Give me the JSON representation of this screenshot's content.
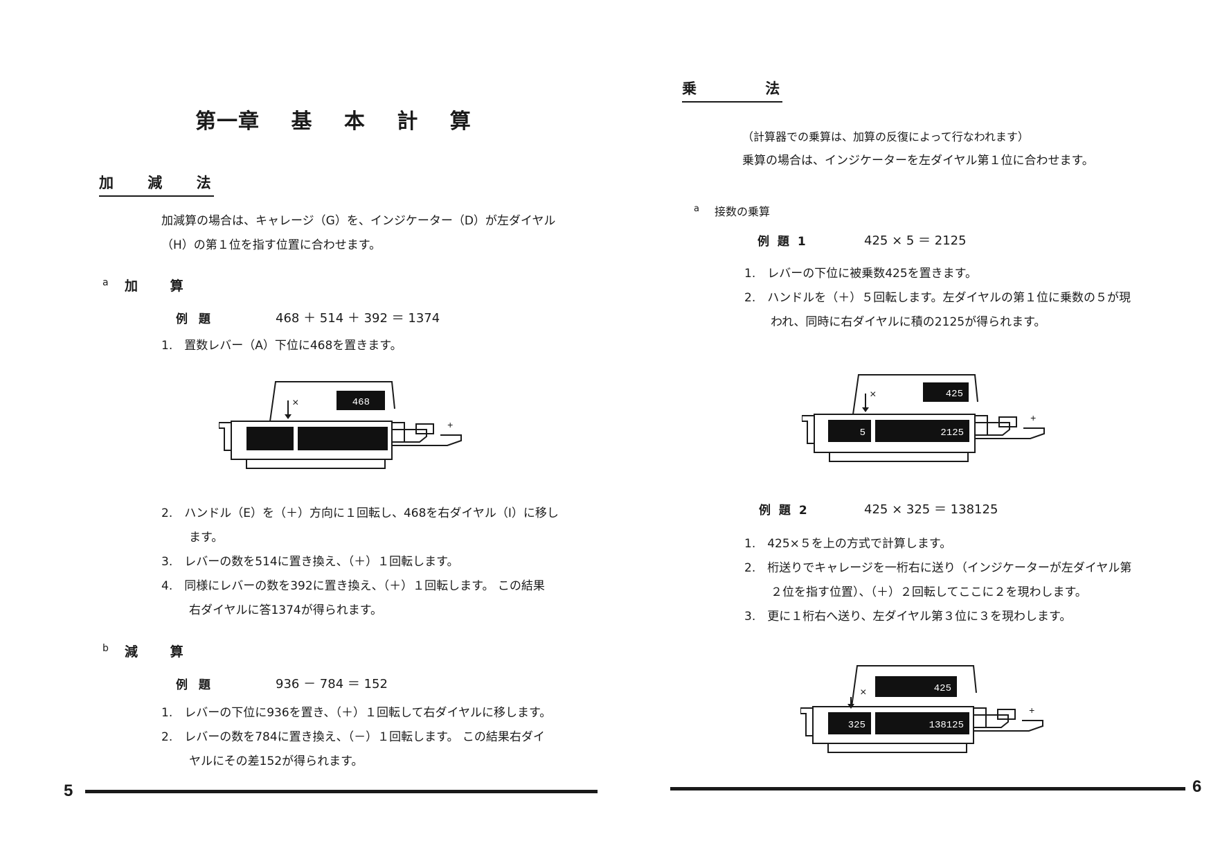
{
  "left_page": {
    "chapter_title": "第一章 基 本 計 算",
    "section_title": "加 減 法",
    "intro_lines": [
      "加減算の場合は、キャレージ（G）を、インジケーター（D）が左ダイヤル",
      "（H）の第１位を指す位置に合わせます。"
    ],
    "addition": {
      "marker": "a",
      "title": "加 算",
      "example_label": "例 題",
      "equation": "468 ＋ 514 ＋ 392 ＝ 1374",
      "steps": [
        "1.　置数レバー（A）下位に468を置きます。",
        "2.　ハンドル（E）を（＋）方向に１回転し、468を右ダイヤル（I）に移し",
        "ます。",
        "3.　レバーの数を514に置き換え、（＋）１回転します。",
        "4.　同様にレバーの数を392に置き換え、（＋）１回転します。 この結果",
        "右ダイヤルに答1374が得られます。"
      ],
      "figure": {
        "top_display": "468",
        "left_dial": "",
        "right_dial": "",
        "cross": "×",
        "plus": "+"
      }
    },
    "subtraction": {
      "marker": "b",
      "title": "減 算",
      "example_label": "例 題",
      "equation": "936 － 784 ＝ 152",
      "steps": [
        "1.　レバーの下位に936を置き、（＋）１回転して右ダイヤルに移します。",
        "2.　レバーの数を784に置き換え、（－）１回転します。 この結果右ダイ",
        "ヤルにその差152が得られます。"
      ]
    },
    "page_number": "5"
  },
  "right_page": {
    "section_title": "乗 法",
    "intro_lines": [
      "（計算器での乗算は、加算の反復によって行なわれます）",
      "乗算の場合は、インジケーターを左ダイヤル第１位に合わせます。"
    ],
    "multiplication": {
      "marker": "a",
      "title": "接数の乗算",
      "example1_label": "例 題 1",
      "equation1": "425 × 5 ＝ 2125",
      "steps1": [
        "1.　レバーの下位に被乗数425を置きます。",
        "2.　ハンドルを（＋）５回転します。左ダイヤルの第１位に乗数の５が現",
        "われ、同時に右ダイヤルに積の2125が得られます。"
      ],
      "figure1": {
        "top_display": "425",
        "left_dial": "5",
        "right_dial": "2125",
        "cross": "×",
        "plus": "+"
      },
      "example2_label": "例 題 2",
      "equation2": "425 × 325 ＝ 138125",
      "steps2": [
        "1.　425×５を上の方式で計算します。",
        "2.　桁送りでキャレージを一桁右に送り（インジケーターが左ダイヤル第",
        "２位を指す位置）、（＋）２回転してここに２を現わします。",
        "3.　更に１桁右へ送り、左ダイヤル第３位に３を現わします。"
      ],
      "figure2": {
        "top_display": "425",
        "left_dial": "325",
        "right_dial": "138125",
        "cross": "×",
        "plus": "+"
      }
    },
    "page_number": "6"
  }
}
